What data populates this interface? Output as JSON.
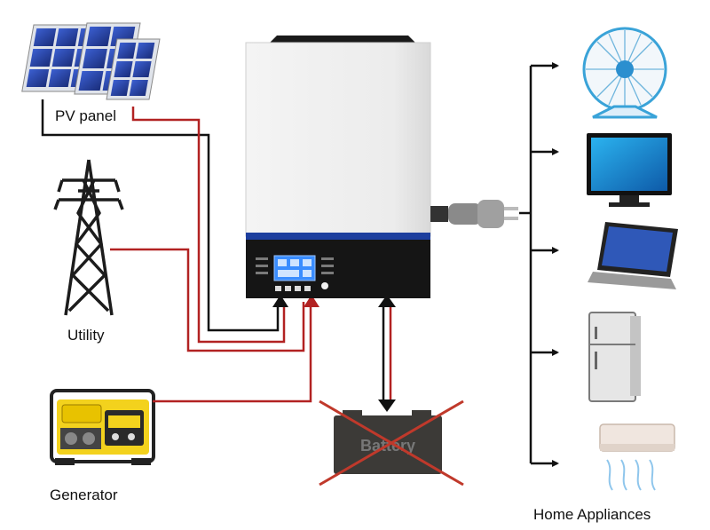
{
  "labels": {
    "pv_panel": "PV panel",
    "utility": "Utility",
    "generator": "Generator",
    "battery": "Battery",
    "home_appliances": "Home Appliances"
  },
  "colors": {
    "dc_wire": "#111111",
    "ac_wire": "#b22222",
    "cross": "#c0392b",
    "battery_body": "#3c3a37",
    "inverter_blue": "#1d3f9e",
    "inverter_panel": "#151515",
    "lcd": "#3a8dff"
  },
  "appliances": [
    "fan-icon",
    "tv-icon",
    "laptop-icon",
    "fridge-icon",
    "air-conditioner-icon"
  ]
}
